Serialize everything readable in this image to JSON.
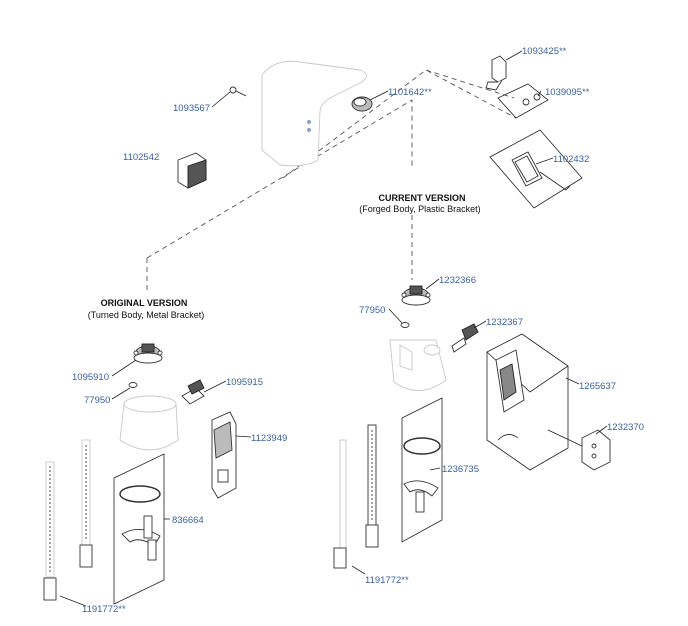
{
  "headings": {
    "current_title": "CURRENT VERSION",
    "current_sub": "(Forged Body, Plastic Bracket)",
    "original_title": "ORIGINAL VERSION",
    "original_sub": "(Turned Body, Metal Bracket)"
  },
  "parts": {
    "p1093425": "1093425**",
    "p1039095": "1039095**",
    "p1093567": "1093567",
    "p1101642": "1101642**",
    "p1102542": "1102542",
    "p1102432": "1102432",
    "p1232366": "1232366",
    "p77950_current": "77950",
    "p1232367": "1232367",
    "p1265637": "1265637",
    "p1232370": "1232370",
    "p1236735": "1236735",
    "p1191772_current": "1191772**",
    "p1095910": "1095910",
    "p77950_original": "77950",
    "p1095915": "1095915",
    "p1123949": "1123949",
    "p836664": "836664",
    "p1191772_original": "1191772**"
  }
}
